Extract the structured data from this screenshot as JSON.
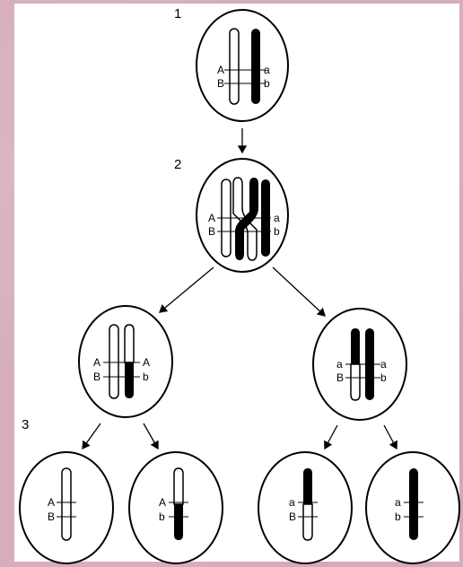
{
  "stage_labels": [
    "1",
    "2",
    "3"
  ],
  "allele_labels": {
    "A": "A",
    "B": "B",
    "a": "a",
    "b": "b"
  },
  "cells": {
    "cell1": {
      "left": [
        "A",
        "B"
      ],
      "right": [
        "a",
        "b"
      ]
    },
    "cell2": {
      "left": [
        "A",
        "B"
      ],
      "right": [
        "a",
        "b"
      ]
    },
    "cell3a": {
      "left": [
        "A",
        "B"
      ],
      "right": [
        "A",
        "b"
      ]
    },
    "cell3b": {
      "left": [
        "a",
        "B"
      ],
      "right": [
        "a",
        "b"
      ]
    },
    "gamete1": [
      "A",
      "B"
    ],
    "gamete2": [
      "A",
      "b"
    ],
    "gamete3": [
      "a",
      "B"
    ],
    "gamete4": [
      "a",
      "b"
    ]
  }
}
